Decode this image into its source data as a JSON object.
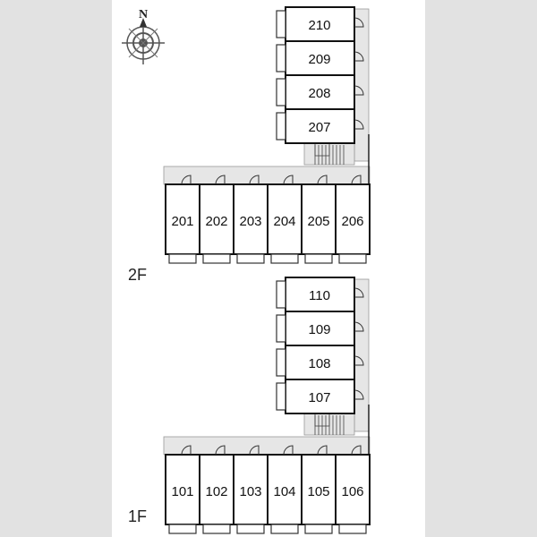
{
  "compass": {
    "north_letter": "N"
  },
  "floors": [
    {
      "label": "2F",
      "vertical_units": [
        "210",
        "209",
        "208",
        "207"
      ],
      "horizontal_units": [
        "201",
        "202",
        "203",
        "204",
        "205",
        "206"
      ]
    },
    {
      "label": "1F",
      "vertical_units": [
        "110",
        "109",
        "108",
        "107"
      ],
      "horizontal_units": [
        "101",
        "102",
        "103",
        "104",
        "105",
        "106"
      ]
    }
  ],
  "colors": {
    "background": "#e2e2e2",
    "sheet": "#ffffff",
    "corridor": "#e6e6e6",
    "wall": "#111111"
  }
}
